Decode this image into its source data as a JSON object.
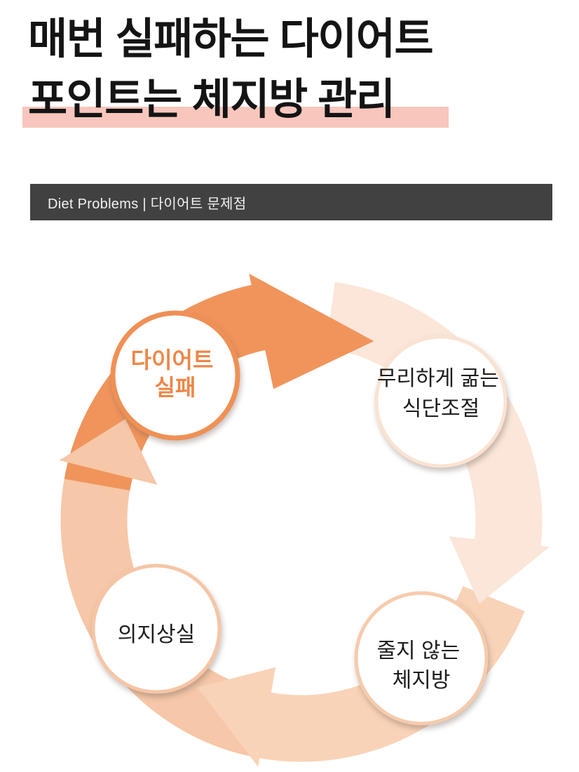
{
  "title": {
    "line1": "매번 실패하는 다이어트",
    "line2": "포인트는 체지방 관리",
    "text_color": "#141414",
    "highlight_color": "#F8C6BD"
  },
  "section_bar": {
    "label": "Diet Problems | 다이어트 문제점",
    "bg_color": "#414141",
    "text_color": "#F2F2F2"
  },
  "cycle": {
    "type": "cycle",
    "direction": "clockwise",
    "steps": [
      {
        "label": "다이어트 실패",
        "label_lines": [
          "다이어트",
          "실패"
        ],
        "emphasized": true,
        "text_color": "#EC8748",
        "circle_border_color": "#EF9055",
        "arrow_color": "#F0945C"
      },
      {
        "label": "무리하게 굶는 식단조절",
        "label_lines": [
          "무리하게 굶는",
          "식단조절"
        ],
        "emphasized": false,
        "text_color": "#1D1D1D",
        "circle_border_color": "#FAE3D2",
        "arrow_color": "#FBE6D9"
      },
      {
        "label": "줄지 않는 체지방",
        "label_lines": [
          "줄지 않는",
          "체지방"
        ],
        "emphasized": false,
        "text_color": "#1D1D1D",
        "circle_border_color": "#F6CBAD",
        "arrow_color": "#F9D3B8"
      },
      {
        "label": "의지상실",
        "label_lines": [
          "의지상실"
        ],
        "emphasized": false,
        "text_color": "#1D1D1D",
        "circle_border_color": "#F5C5A6",
        "arrow_color": "#F6C7A8"
      }
    ]
  }
}
